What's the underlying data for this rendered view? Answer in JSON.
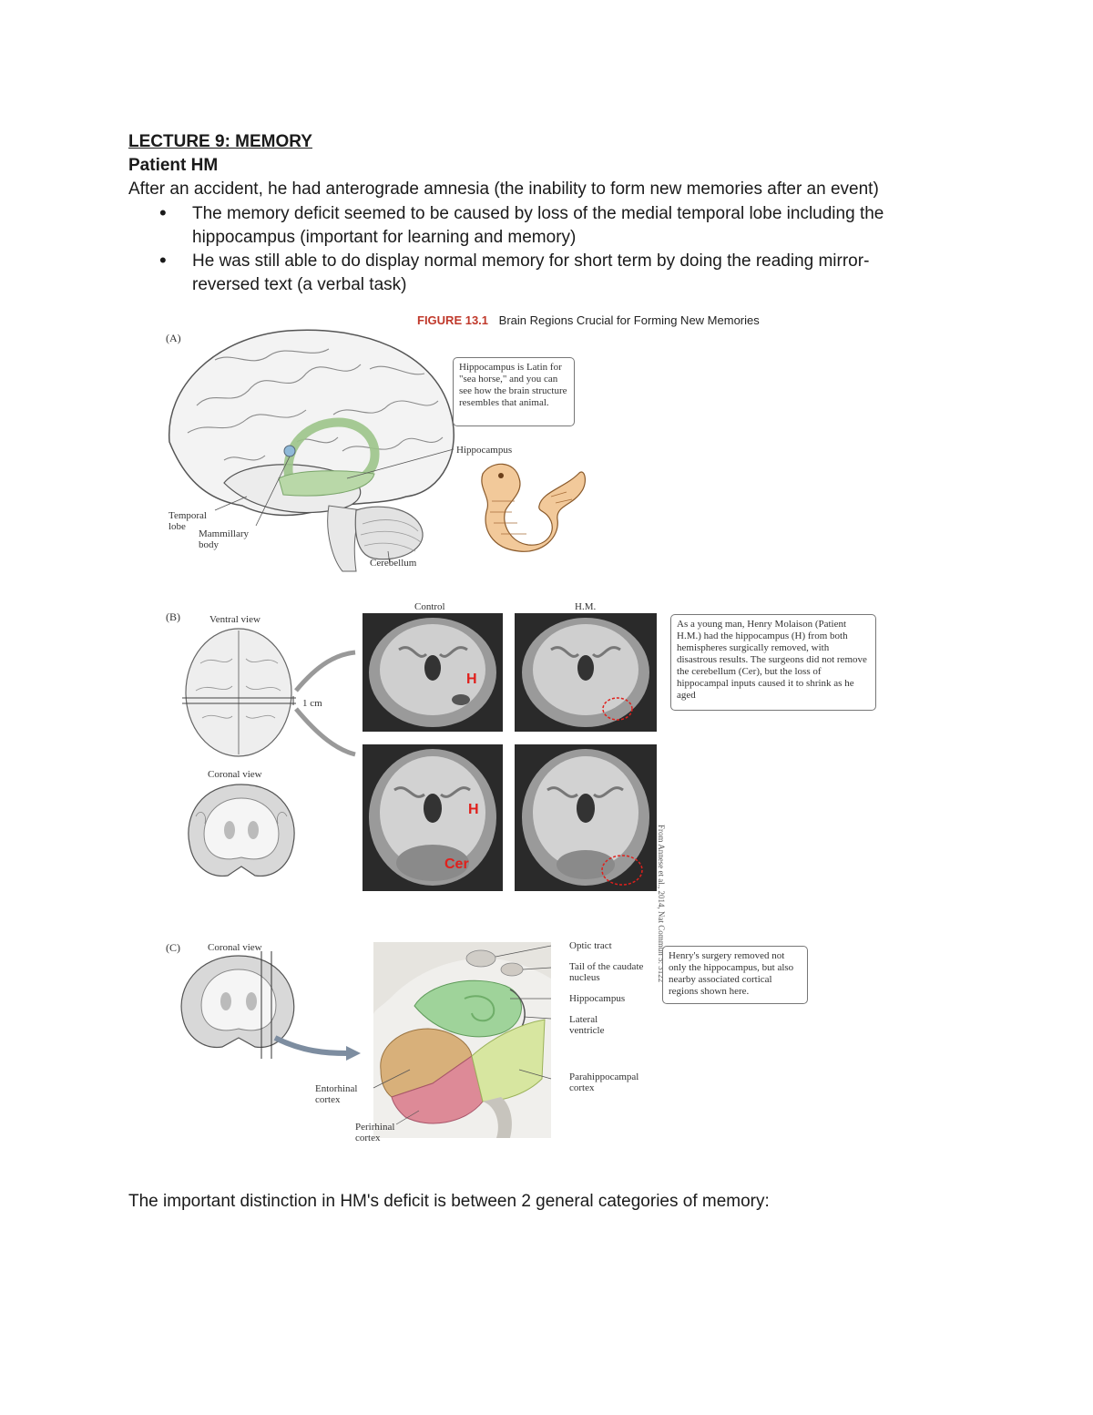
{
  "document": {
    "lecture_title": "LECTURE 9: MEMORY",
    "section_title": "Patient HM",
    "intro": "After an accident, he had anterograde amnesia (the inability to form new memories after an event)",
    "bullets": [
      "The memory deficit seemed to be caused by loss of the medial temporal lobe including the hippocampus (important for learning and memory)",
      "He was still able to do display normal memory for short term by doing the reading mirror-reversed text (a verbal task)"
    ],
    "closing": "The important distinction in HM's deficit is between 2 general categories of memory:"
  },
  "figure": {
    "number": "FIGURE 13.1",
    "title": "Brain Regions Crucial for Forming New Memories",
    "panel_a": {
      "letter": "(A)",
      "callout": "Hippocampus is Latin for \"sea horse,\" and you can see how the brain structure resembles that animal.",
      "labels": {
        "hippocampus": "Hippocampus",
        "temporal_lobe": "Temporal lobe",
        "mammillary_body": "Mammillary body",
        "cerebellum": "Cerebellum"
      }
    },
    "panel_b": {
      "letter": "(B)",
      "ventral_view": "Ventral view",
      "coronal_view": "Coronal view",
      "scale": "1 cm",
      "control": "Control",
      "hm": "H.M.",
      "mark_h": "H",
      "mark_cer": "Cer",
      "callout": "As a young man, Henry Molaison (Patient H.M.) had the hippocampus (H) from both hemispheres surgically removed, with disastrous results. The surgeons did not remove the cerebellum (Cer), but the loss of hippocampal inputs caused it to shrink as he aged",
      "credit": "From Annese et al., 2014, Nat Commun 5: 3122"
    },
    "panel_c": {
      "letter": "(C)",
      "coronal_view": "Coronal view",
      "callout": "Henry's surgery removed not only the hippocampus, but also nearby associated cortical regions shown here.",
      "labels": {
        "optic_tract": "Optic tract",
        "tail_caudate": "Tail of the caudate nucleus",
        "hippocampus": "Hippocampus",
        "lateral_ventricle": "Lateral ventricle",
        "parahippocampal": "Parahippocampal cortex",
        "entorhinal": "Entorhinal cortex",
        "perirhinal": "Perirhinal cortex"
      }
    }
  }
}
